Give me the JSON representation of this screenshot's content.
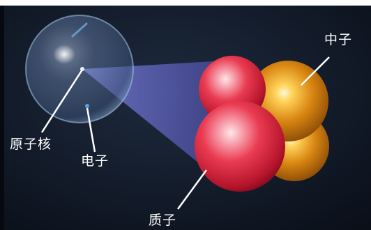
{
  "diagram": {
    "labels": {
      "nucleus": "原子核",
      "electron": "电子",
      "neutron": "中子",
      "proton": "质子"
    },
    "colors": {
      "background": "#0f1622",
      "atom_sphere": "#5f7ea8",
      "cone": "#6a6cc4",
      "proton": "#e8334a",
      "neutron": "#d98a14",
      "label_text": "#ffffff",
      "pointer_line": "#ffffff"
    },
    "icons": [
      "atom-sphere",
      "nucleus-dot",
      "electron-dot",
      "proton-ball",
      "neutron-ball"
    ]
  }
}
